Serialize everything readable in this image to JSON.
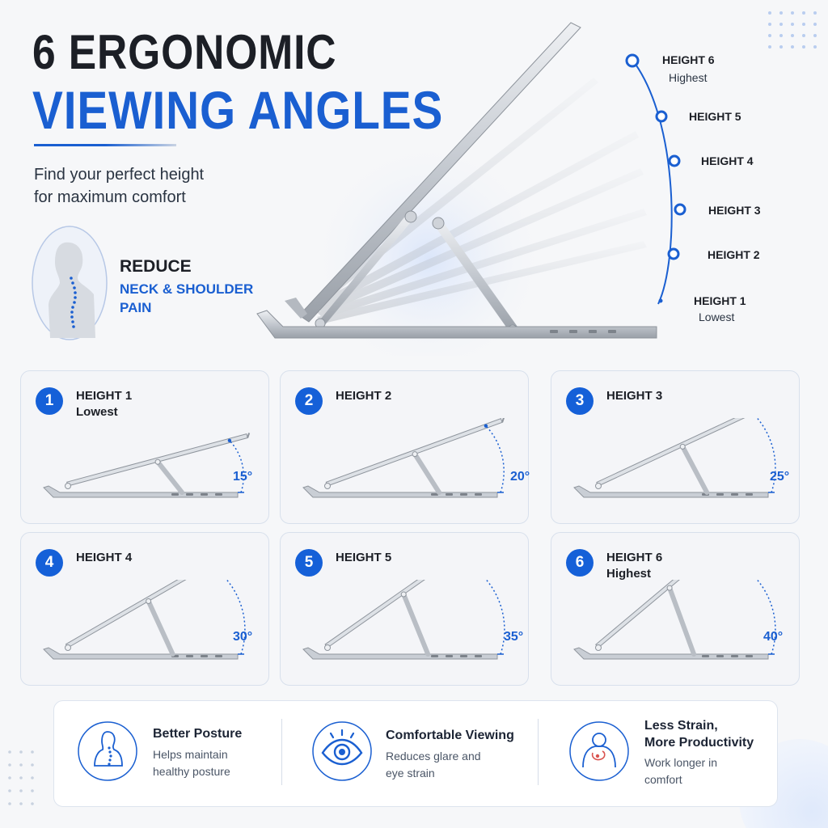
{
  "headline": {
    "line1": "6 ERGONOMIC",
    "line2": "VIEWING ANGLES",
    "tagline_line1": "Find your perfect height",
    "tagline_line2": "for maximum comfort"
  },
  "callout": {
    "line1": "REDUCE",
    "line2": "NECK & SHOULDER",
    "line3": "PAIN"
  },
  "height_scale": [
    {
      "label": "HEIGHT 6",
      "sub": "Highest"
    },
    {
      "label": "HEIGHT 5",
      "sub": ""
    },
    {
      "label": "HEIGHT 4",
      "sub": ""
    },
    {
      "label": "HEIGHT 3",
      "sub": ""
    },
    {
      "label": "HEIGHT 2",
      "sub": ""
    },
    {
      "label": "HEIGHT 1",
      "sub": "Lowest"
    }
  ],
  "cards": [
    {
      "number": "1",
      "title": "HEIGHT 1",
      "subtitle": "Lowest",
      "angle": "15°",
      "angle_deg": 15
    },
    {
      "number": "2",
      "title": "HEIGHT 2",
      "subtitle": "",
      "angle": "20°",
      "angle_deg": 20
    },
    {
      "number": "3",
      "title": "HEIGHT 3",
      "subtitle": "",
      "angle": "25°",
      "angle_deg": 25
    },
    {
      "number": "4",
      "title": "HEIGHT 4",
      "subtitle": "",
      "angle": "30°",
      "angle_deg": 30
    },
    {
      "number": "5",
      "title": "HEIGHT 5",
      "subtitle": "",
      "angle": "35°",
      "angle_deg": 35
    },
    {
      "number": "6",
      "title": "HEIGHT 6",
      "subtitle": "Highest",
      "angle": "40°",
      "angle_deg": 40
    }
  ],
  "features": [
    {
      "icon": "posture-spine-icon",
      "title_line1": "Better Posture",
      "title_line2": "",
      "desc_line1": "Helps maintain",
      "desc_line2": "healthy posture"
    },
    {
      "icon": "eye-icon",
      "title_line1": "Comfortable Viewing",
      "title_line2": "",
      "desc_line1": "Reduces glare and",
      "desc_line2": "eye strain"
    },
    {
      "icon": "shoulder-relief-icon",
      "title_line1": "Less Strain,",
      "title_line2": "More Productivity",
      "desc_line1": "Work longer in",
      "desc_line2": "comfort"
    }
  ],
  "colors": {
    "accent": "#1a5fd1",
    "dark_text": "#1c1f26",
    "card_bg": "#f4f5f8",
    "metal": "#c7ccd3"
  }
}
